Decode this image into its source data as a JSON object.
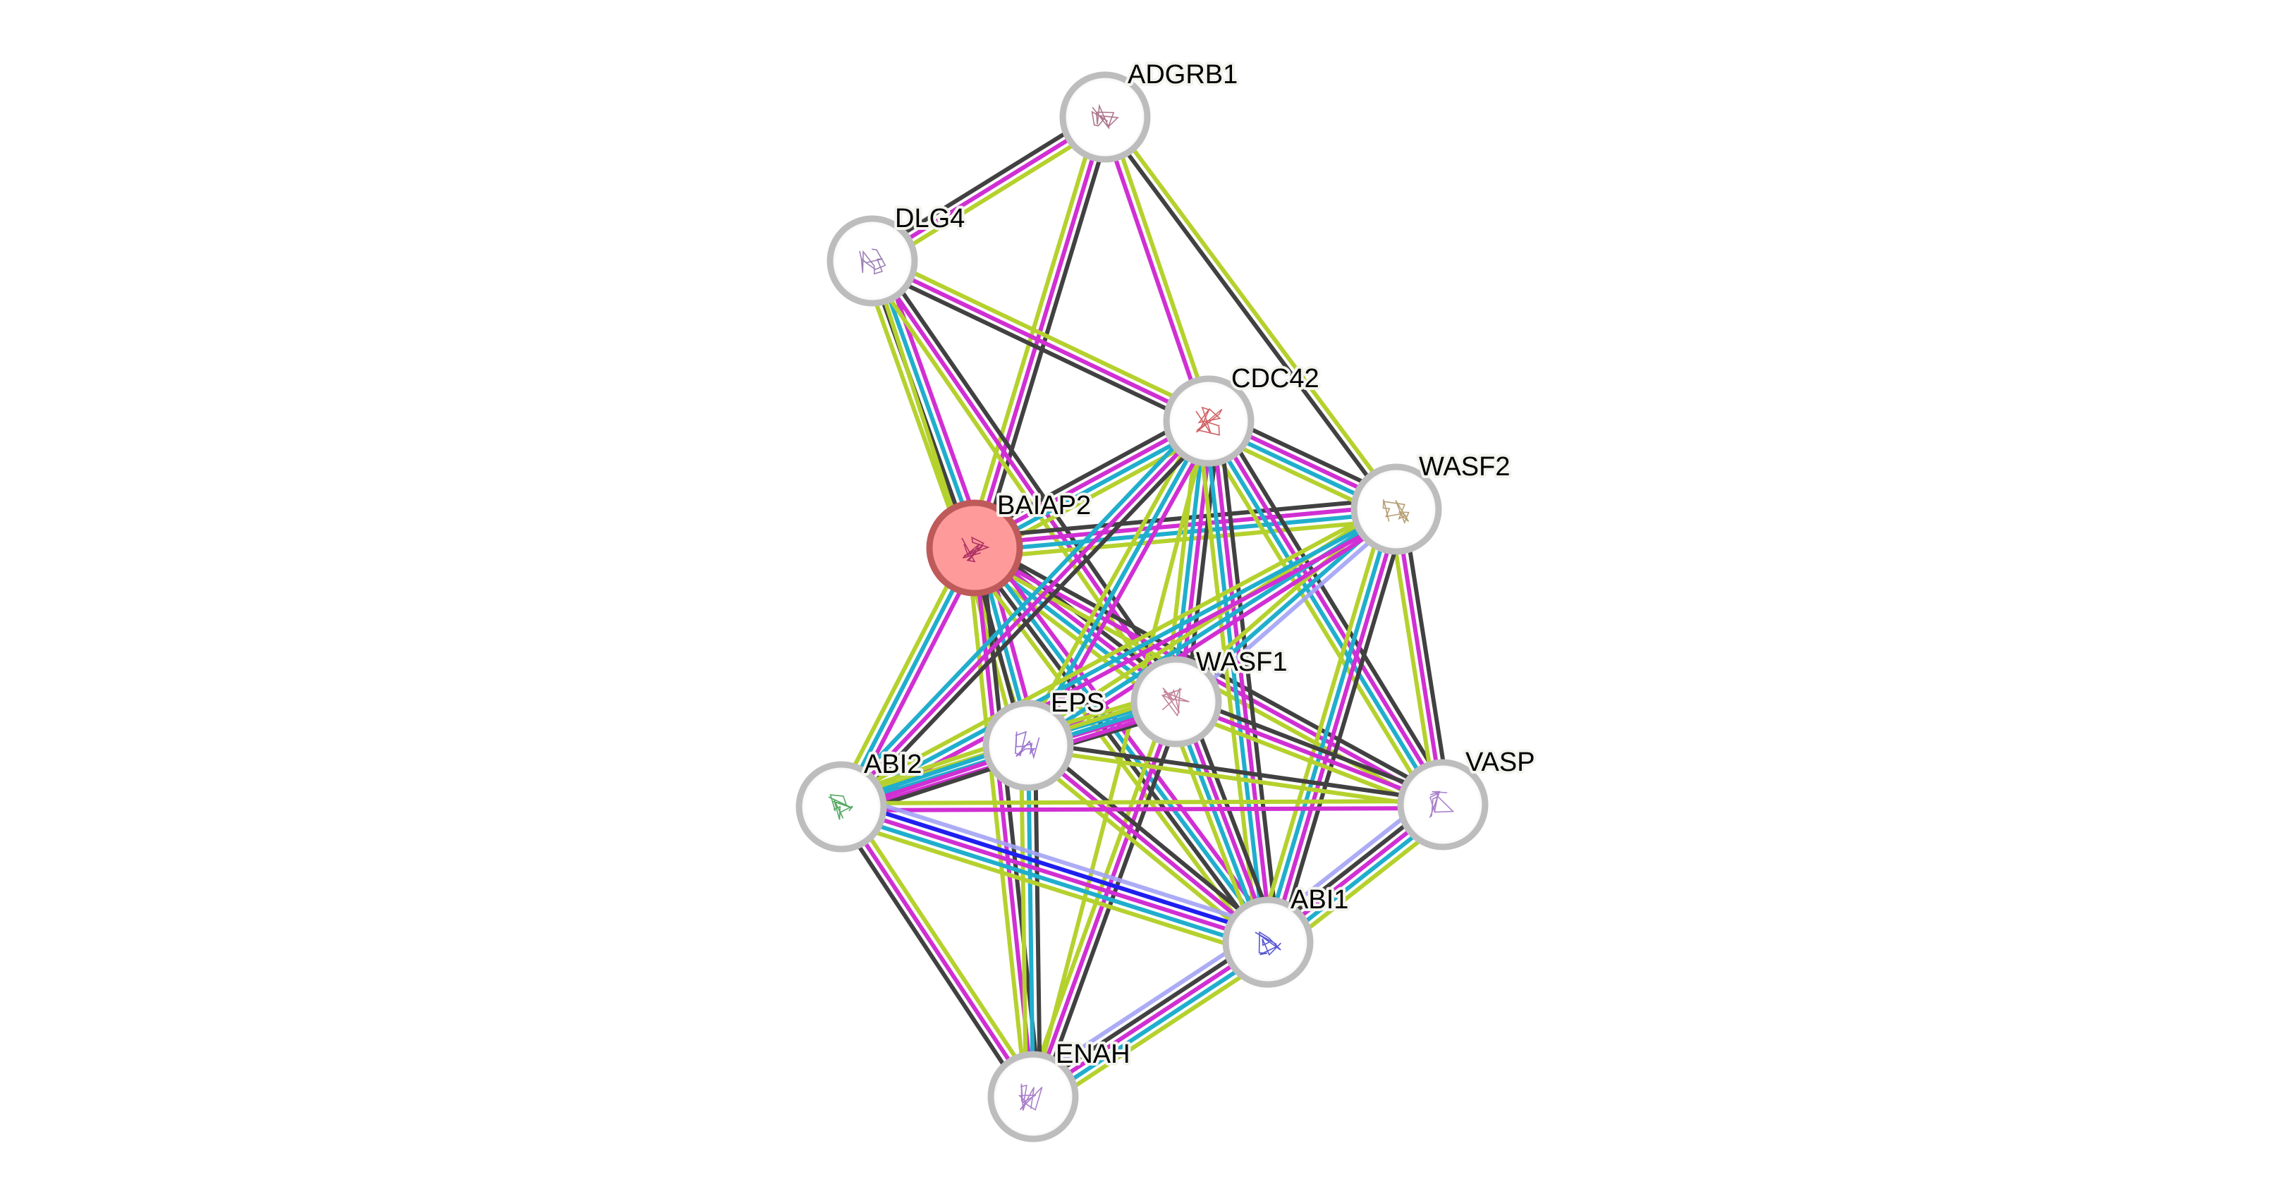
{
  "network": {
    "query_protein": "BAIAP2",
    "edge_colors": {
      "textmining": "#b5d12e",
      "coexpression": "#414141",
      "experiments": "#d02fd3",
      "database": "#20aecd",
      "cooccurrence": "#1f1ff0",
      "homology": "#a3a3f5"
    },
    "node_colors": {
      "query_fill": "#ff9a9a",
      "query_ring": "#bf5a5a",
      "ring": "#bdbdbd",
      "fill": "#ffffff"
    },
    "nodes": [
      {
        "id": "ADGRB1",
        "label": "ADGRB1",
        "query": false,
        "structure_color": "#a0607a"
      },
      {
        "id": "DLG4",
        "label": "DLG4",
        "query": false,
        "structure_color": "#8a6aa8"
      },
      {
        "id": "CDC42",
        "label": "CDC42",
        "query": false,
        "structure_color": "#c9474a"
      },
      {
        "id": "WASF2",
        "label": "WASF2",
        "query": false,
        "structure_color": "#a88e5a"
      },
      {
        "id": "BAIAP2",
        "label": "BAIAP2",
        "query": true,
        "structure_color": "#a0205a"
      },
      {
        "id": "WASF1",
        "label": "WASF1",
        "query": false,
        "structure_color": "#b87088"
      },
      {
        "id": "EPS",
        "label": "EPS",
        "query": false,
        "structure_color": "#8a5ac8"
      },
      {
        "id": "ABI2",
        "label": "ABI2",
        "query": false,
        "structure_color": "#3a9a4a"
      },
      {
        "id": "VASP",
        "label": "VASP",
        "query": false,
        "structure_color": "#9a6ac0"
      },
      {
        "id": "ABI1",
        "label": "ABI1",
        "query": false,
        "structure_color": "#3a3ac8"
      },
      {
        "id": "ENAH",
        "label": "ENAH",
        "query": false,
        "structure_color": "#9a6ac0"
      }
    ],
    "edges": [
      {
        "a": "ADGRB1",
        "b": "DLG4",
        "types": [
          "textmining",
          "experiments",
          "coexpression"
        ]
      },
      {
        "a": "ADGRB1",
        "b": "BAIAP2",
        "types": [
          "coexpression",
          "experiments",
          "textmining"
        ]
      },
      {
        "a": "ADGRB1",
        "b": "CDC42",
        "types": [
          "textmining",
          "experiments"
        ]
      },
      {
        "a": "ADGRB1",
        "b": "WASF2",
        "types": [
          "textmining",
          "coexpression"
        ]
      },
      {
        "a": "DLG4",
        "b": "BAIAP2",
        "types": [
          "experiments",
          "database",
          "coexpression",
          "textmining"
        ]
      },
      {
        "a": "DLG4",
        "b": "CDC42",
        "types": [
          "textmining",
          "experiments",
          "coexpression"
        ]
      },
      {
        "a": "DLG4",
        "b": "WASF1",
        "types": [
          "coexpression",
          "experiments",
          "textmining"
        ]
      },
      {
        "a": "DLG4",
        "b": "EPS",
        "types": [
          "textmining"
        ]
      },
      {
        "a": "BAIAP2",
        "b": "CDC42",
        "types": [
          "coexpression",
          "experiments",
          "database",
          "textmining"
        ]
      },
      {
        "a": "BAIAP2",
        "b": "WASF2",
        "types": [
          "coexpression",
          "experiments",
          "database",
          "textmining"
        ]
      },
      {
        "a": "BAIAP2",
        "b": "WASF1",
        "types": [
          "coexpression",
          "experiments",
          "database",
          "textmining"
        ]
      },
      {
        "a": "BAIAP2",
        "b": "EPS",
        "types": [
          "experiments",
          "database",
          "coexpression",
          "textmining"
        ]
      },
      {
        "a": "BAIAP2",
        "b": "ABI2",
        "types": [
          "experiments",
          "database",
          "textmining"
        ]
      },
      {
        "a": "BAIAP2",
        "b": "VASP",
        "types": [
          "coexpression",
          "experiments",
          "textmining"
        ]
      },
      {
        "a": "BAIAP2",
        "b": "ABI1",
        "types": [
          "experiments",
          "database",
          "coexpression",
          "textmining"
        ]
      },
      {
        "a": "BAIAP2",
        "b": "ENAH",
        "types": [
          "coexpression",
          "experiments",
          "textmining"
        ]
      },
      {
        "a": "CDC42",
        "b": "WASF2",
        "types": [
          "coexpression",
          "experiments",
          "database",
          "textmining"
        ]
      },
      {
        "a": "CDC42",
        "b": "WASF1",
        "types": [
          "coexpression",
          "experiments",
          "database",
          "textmining"
        ]
      },
      {
        "a": "CDC42",
        "b": "EPS",
        "types": [
          "experiments",
          "database",
          "textmining"
        ]
      },
      {
        "a": "CDC42",
        "b": "ABI2",
        "types": [
          "coexpression",
          "experiments",
          "database"
        ]
      },
      {
        "a": "CDC42",
        "b": "VASP",
        "types": [
          "coexpression",
          "experiments",
          "database",
          "textmining"
        ]
      },
      {
        "a": "CDC42",
        "b": "ABI1",
        "types": [
          "coexpression",
          "experiments",
          "database",
          "textmining"
        ]
      },
      {
        "a": "CDC42",
        "b": "ENAH",
        "types": [
          "textmining"
        ]
      },
      {
        "a": "WASF2",
        "b": "WASF1",
        "types": [
          "homology",
          "database",
          "textmining"
        ]
      },
      {
        "a": "WASF2",
        "b": "EPS",
        "types": [
          "experiments",
          "database",
          "textmining"
        ]
      },
      {
        "a": "WASF2",
        "b": "ABI2",
        "types": [
          "experiments",
          "database",
          "textmining"
        ]
      },
      {
        "a": "WASF2",
        "b": "VASP",
        "types": [
          "coexpression",
          "experiments",
          "textmining"
        ]
      },
      {
        "a": "WASF2",
        "b": "ABI1",
        "types": [
          "coexpression",
          "experiments",
          "database",
          "textmining"
        ]
      },
      {
        "a": "WASF1",
        "b": "EPS",
        "types": [
          "coexpression",
          "experiments",
          "database",
          "textmining"
        ]
      },
      {
        "a": "WASF1",
        "b": "ABI2",
        "types": [
          "experiments",
          "database",
          "textmining"
        ]
      },
      {
        "a": "WASF1",
        "b": "VASP",
        "types": [
          "coexpression",
          "experiments",
          "textmining"
        ]
      },
      {
        "a": "WASF1",
        "b": "ABI1",
        "types": [
          "coexpression",
          "experiments",
          "database",
          "textmining"
        ]
      },
      {
        "a": "WASF1",
        "b": "ENAH",
        "types": [
          "coexpression",
          "experiments",
          "textmining"
        ]
      },
      {
        "a": "EPS",
        "b": "ABI2",
        "types": [
          "coexpression",
          "experiments",
          "database",
          "textmining"
        ]
      },
      {
        "a": "EPS",
        "b": "VASP",
        "types": [
          "coexpression",
          "textmining"
        ]
      },
      {
        "a": "EPS",
        "b": "ABI1",
        "types": [
          "coexpression",
          "experiments",
          "textmining"
        ]
      },
      {
        "a": "EPS",
        "b": "ENAH",
        "types": [
          "coexpression",
          "database",
          "textmining"
        ]
      },
      {
        "a": "ABI2",
        "b": "VASP",
        "types": [
          "textmining",
          "experiments"
        ]
      },
      {
        "a": "ABI2",
        "b": "ABI1",
        "types": [
          "homology",
          "cooccurrence",
          "experiments",
          "database",
          "textmining"
        ]
      },
      {
        "a": "ABI2",
        "b": "ENAH",
        "types": [
          "textmining",
          "experiments",
          "coexpression"
        ]
      },
      {
        "a": "VASP",
        "b": "ABI1",
        "types": [
          "textmining",
          "database",
          "experiments",
          "coexpression",
          "homology"
        ]
      },
      {
        "a": "ABI1",
        "b": "ENAH",
        "types": [
          "textmining",
          "database",
          "experiments",
          "coexpression",
          "homology"
        ]
      }
    ]
  }
}
